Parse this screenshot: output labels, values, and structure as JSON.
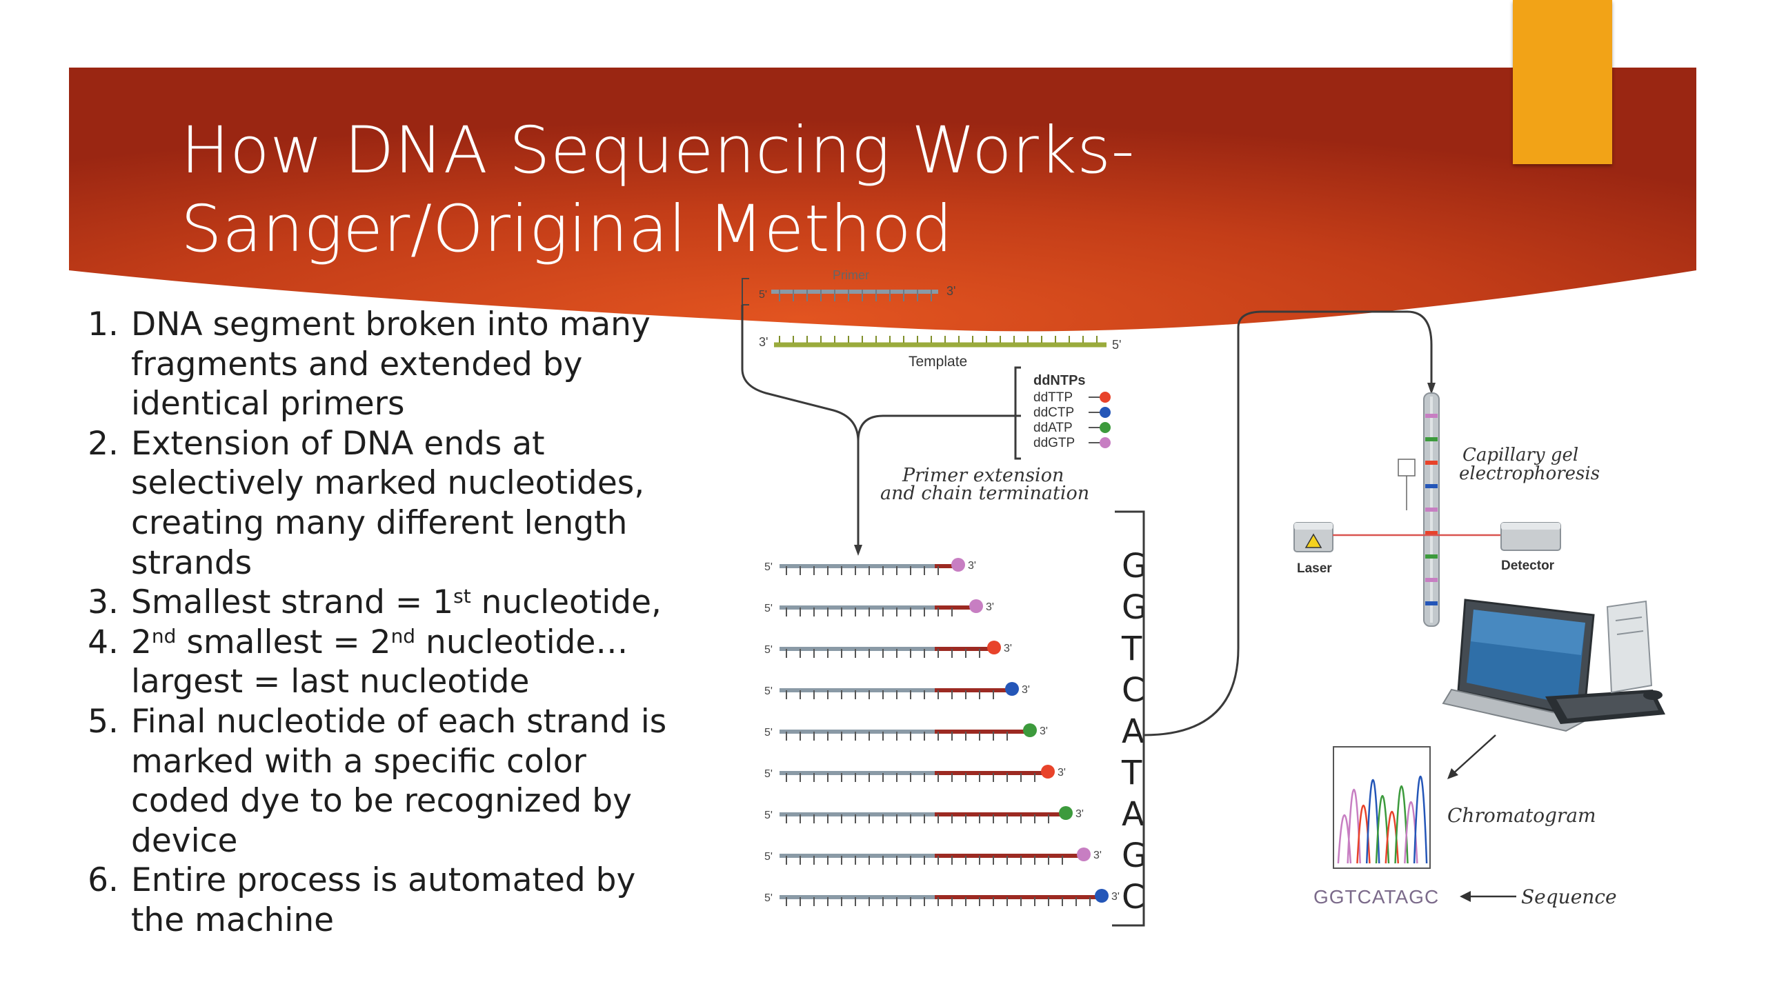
{
  "slide": {
    "title_line1": "How DNA Sequencing Works-",
    "title_line2": "Sanger/Original Method",
    "colors": {
      "banner_dark": "#9c2712",
      "banner_light": "#e0511f",
      "tab": "#f2a317"
    }
  },
  "steps": [
    {
      "num": "1.",
      "text": "DNA segment broken into many fragments and extended by identical primers"
    },
    {
      "num": "2.",
      "text": "Extension of DNA ends at selectively marked nucleotides, creating many different length strands"
    },
    {
      "num": "3.",
      "pre": "Smallest strand = 1",
      "sup": "st",
      "post": " nucleotide,"
    },
    {
      "num": "4.",
      "pre": "2",
      "sup": "nd",
      "mid": " smallest = 2",
      "sup2": "nd",
      "post": " nucleotide…largest = last nucleotide"
    },
    {
      "num": "5.",
      "text": "Final nucleotide of each strand is marked with a specific color coded dye to be recognized by device"
    },
    {
      "num": "6.",
      "text": "Entire process is automated by the machine"
    }
  ],
  "diagram": {
    "primer_label": "Primer",
    "template_label": "Template",
    "five_prime": "5'",
    "three_prime": "3'",
    "ddntps": {
      "title": "ddNTPs",
      "items": [
        {
          "label": "ddTTP",
          "color": "#e8432a"
        },
        {
          "label": "ddCTP",
          "color": "#2456b8"
        },
        {
          "label": "ddATP",
          "color": "#3c9a3c"
        },
        {
          "label": "ddGTP",
          "color": "#c77ec2"
        }
      ]
    },
    "extension_note_line1": "Primer extension",
    "extension_note_line2": "and chain termination",
    "fragments": [
      {
        "base": "G",
        "color": "#c77ec2"
      },
      {
        "base": "G",
        "color": "#c77ec2"
      },
      {
        "base": "T",
        "color": "#e8432a"
      },
      {
        "base": "C",
        "color": "#2456b8"
      },
      {
        "base": "A",
        "color": "#3c9a3c"
      },
      {
        "base": "T",
        "color": "#e8432a"
      },
      {
        "base": "A",
        "color": "#3c9a3c"
      },
      {
        "base": "G",
        "color": "#c77ec2"
      },
      {
        "base": "C",
        "color": "#2456b8"
      }
    ],
    "capillary_label_line1": "Capillary gel",
    "capillary_label_line2": "electrophoresis",
    "laser_label": "Laser",
    "detector_label": "Detector",
    "chromatogram_label": "Chromatogram",
    "sequence_label": "Sequence",
    "sequence_value": "GGTCATAGC",
    "capillary_band_colors": [
      "#c77ec2",
      "#3c9a3c",
      "#e8432a",
      "#2456b8",
      "#c77ec2",
      "#e8432a",
      "#3c9a3c",
      "#c77ec2",
      "#2456b8"
    ]
  }
}
